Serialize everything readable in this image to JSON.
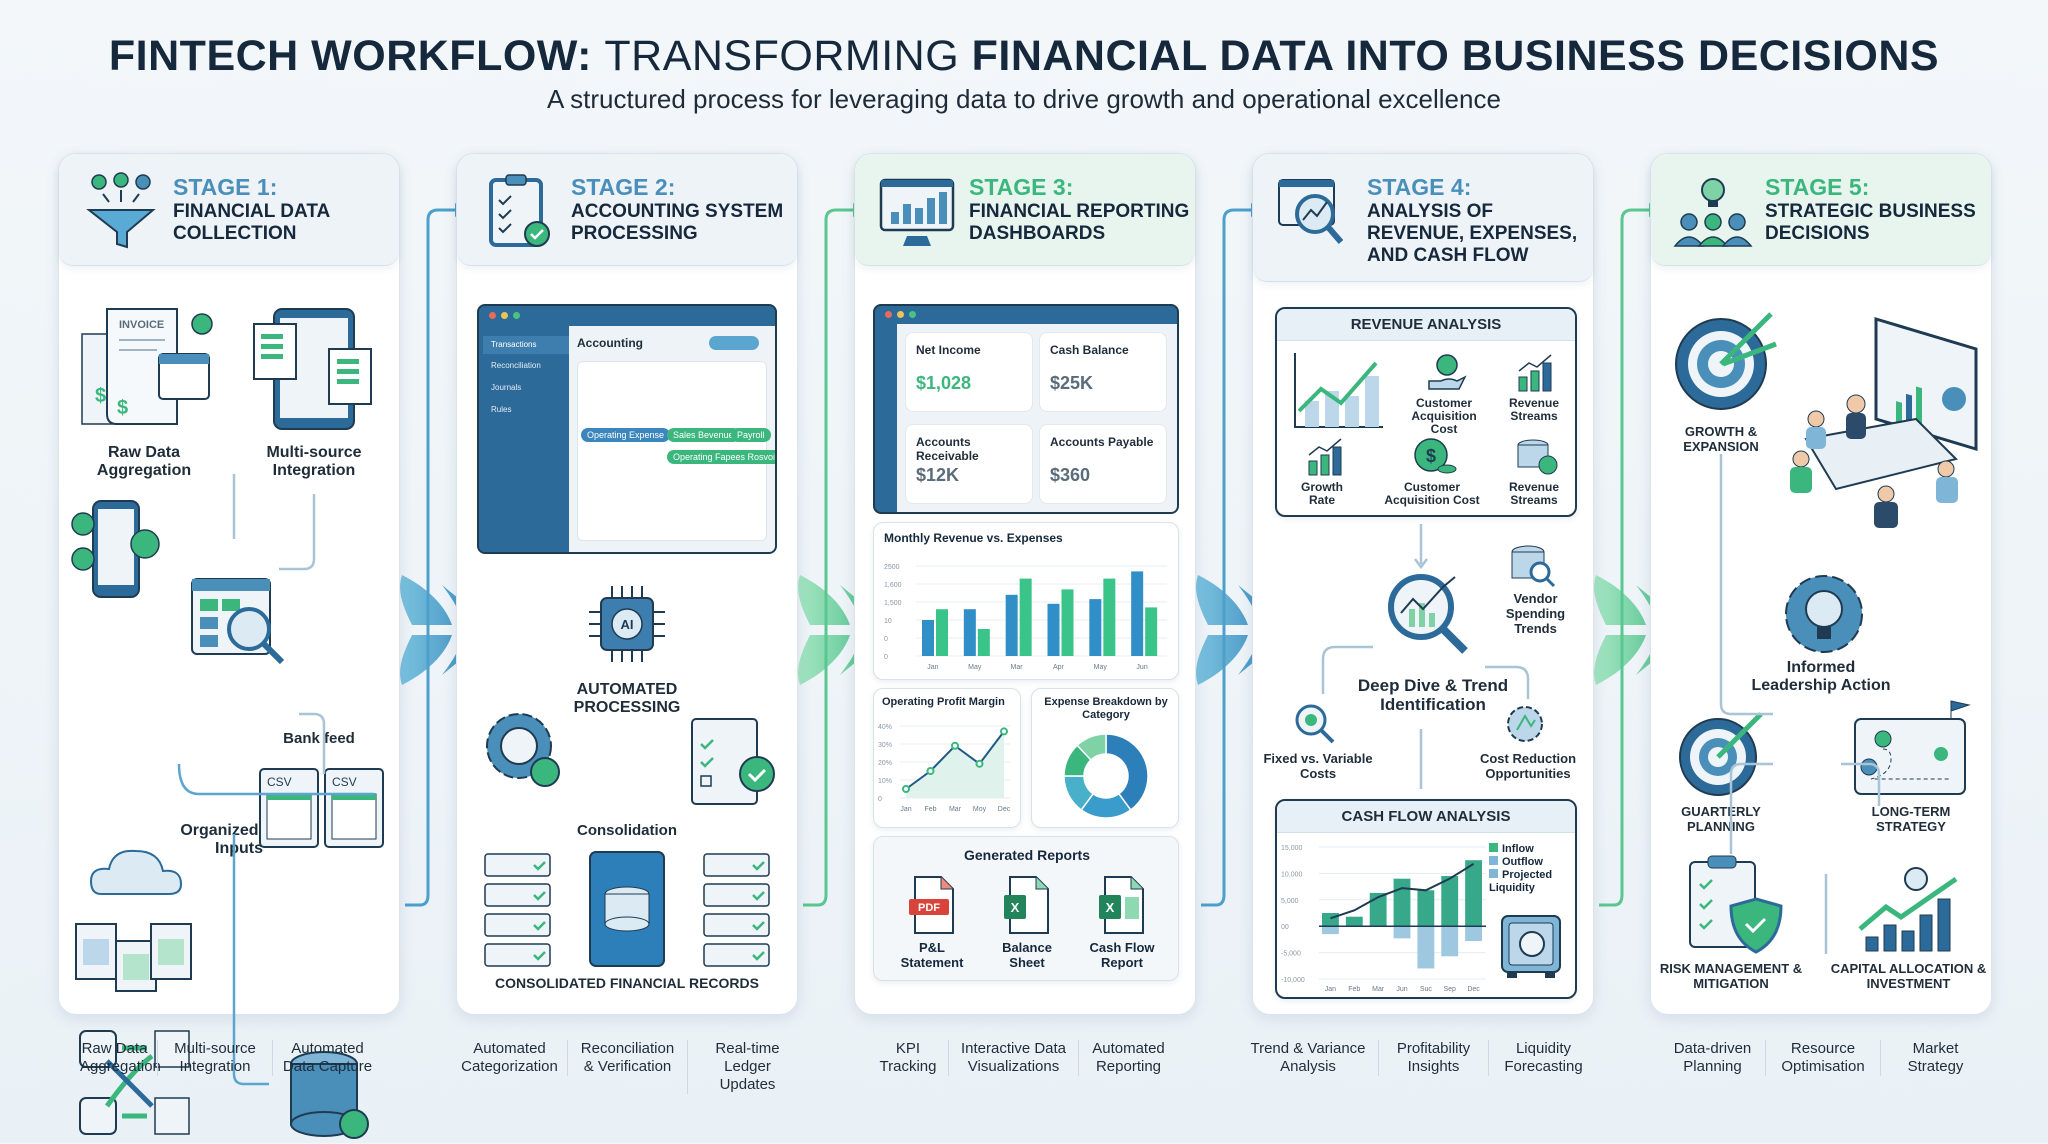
{
  "header": {
    "title_bold_1": "FINTECH WORKFLOW:",
    "title_light": "TRANSFORMING",
    "title_bold_2": "FINANCIAL DATA INTO BUSINESS DECISIONS",
    "subtitle": "A structured process for leveraging data to drive growth and operational excellence"
  },
  "colors": {
    "blue_accent": "#4a8fb9",
    "green_accent": "#3bb77e",
    "dark_text": "#16283c",
    "blue_dark": "#2c6a9a"
  },
  "stages": [
    {
      "number": "STAGE 1:",
      "name": "FINANCIAL DATA COLLECTION",
      "icon": "funnel-money-icon",
      "items": {
        "raw_data": "Raw Data Aggregation",
        "multi_source": "Multi-source Integration",
        "organized": "Organized Data Inputs",
        "bank_feed": "Bank feed",
        "invoice": "INVOICE",
        "csv": "CSV"
      },
      "bottom": [
        "Raw Data Aggregation",
        "Multi-source Integration",
        "Automated Data Capture"
      ]
    },
    {
      "number": "STAGE 2:",
      "name": "ACCOUNTING SYSTEM PROCESSING",
      "icon": "clipboard-check-icon",
      "app": {
        "title": "Accounting",
        "sidebar": [
          "Transactions",
          "Reconciliation",
          "Journals",
          "Rules"
        ],
        "tags": [
          "Operating Expense",
          "Sales Bevenue",
          "Payroll",
          "Operating Fapees Rosvoia"
        ]
      },
      "items": {
        "chip": "AI",
        "automated": "AUTOMATED PROCESSING",
        "consolidation": "Consolidation",
        "records": "CONSOLIDATED FINANCIAL RECORDS"
      },
      "bottom": [
        "Automated Categorization",
        "Reconciliation & Verification",
        "Real-time Ledger Updates"
      ]
    },
    {
      "number": "STAGE 3:",
      "name": "FINANCIAL REPORTING DASHBOARDS",
      "icon": "monitor-chart-icon",
      "kpis": [
        {
          "label": "Net Income",
          "value": "$1,028"
        },
        {
          "label": "Cash Balance",
          "value": "$25K"
        },
        {
          "label": "Accounts Receivable",
          "value": "$12K"
        },
        {
          "label": "Accounts Payable",
          "value": "$360"
        }
      ],
      "monthly_title": "Monthly Revenue vs. Expenses",
      "margin_title": "Operating Profit Margin",
      "expense_title": "Expense Breakdown by Category",
      "reports_title": "Generated Reports",
      "reports": [
        {
          "badge": "PDF",
          "label": "P&L Statement"
        },
        {
          "badge": "X",
          "label": "Balance Sheet"
        },
        {
          "badge": "X",
          "label": "Cash Flow Report"
        }
      ],
      "bottom": [
        "KPI Tracking",
        "Interactive Data Visualizations",
        "Automated Reporting"
      ]
    },
    {
      "number": "STAGE 4:",
      "name": "ANALYSIS OF REVENUE, EXPENSES, AND CASH FLOW",
      "icon": "magnifier-trend-icon",
      "revenue_title": "REVENUE ANALYSIS",
      "revenue_items": [
        "Customer Acquisition Cost",
        "Revenue Streams",
        "Growth Rate",
        "Customer Acquisition Cost",
        "Revenue Streams"
      ],
      "deep_dive": "Deep Dive & Trend Identification",
      "vendor": "Vendor Spending Trends",
      "fixed": "Fixed vs. Variable Costs",
      "cost_reduction": "Cost Reduction Opportunities",
      "cashflow_title": "CASH FLOW ANALYSIS",
      "legend": [
        "Inflow",
        "Outflow",
        "Projected Liquidity"
      ],
      "bottom": [
        "Trend & Variance Analysis",
        "Profitability Insights",
        "Liquidity Forecasting"
      ]
    },
    {
      "number": "STAGE 5:",
      "name": "STRATEGIC BUSINESS DECISIONS",
      "icon": "lightbulb-team-icon",
      "growth": "GROWTH & EXPANSION",
      "informed": "Informed Leadership Action",
      "quarterly": "GUARTERLY PLANNING",
      "long_term": "LONG-TERM STRATEGY",
      "risk": "RISK MANAGEMENT & MITIGATION",
      "capital": "CAPITAL ALLOCATION & INVESTMENT",
      "bottom": [
        "Data-driven Planning",
        "Resource Optimisation",
        "Market Strategy"
      ]
    }
  ],
  "chart_data": [
    {
      "type": "bar",
      "title": "Monthly Revenue vs. Expenses",
      "categories": [
        "Jan",
        "May",
        "Mar",
        "Apr",
        "May",
        "Jun"
      ],
      "series": [
        {
          "name": "Revenue",
          "values": [
            1000,
            1300,
            1700,
            1450,
            1580,
            2350
          ]
        },
        {
          "name": "Expenses",
          "values": [
            1300,
            750,
            2150,
            1850,
            2150,
            1350
          ]
        }
      ],
      "ytick_labels": [
        "0",
        "0",
        "10",
        "1,500",
        "1,600",
        "2500"
      ]
    },
    {
      "type": "line",
      "title": "Operating Profit Margin",
      "categories": [
        "Jan",
        "Feb",
        "Mar",
        "Moy",
        "Dec"
      ],
      "values": [
        5,
        15,
        29,
        19,
        37
      ],
      "ytick_labels": [
        "0",
        "10%",
        "20%",
        "30%",
        "40%"
      ],
      "ylim": [
        0,
        40
      ]
    },
    {
      "type": "pie",
      "title": "Expense Breakdown by Category",
      "values": [
        40,
        20,
        15,
        13,
        12
      ]
    },
    {
      "type": "bar",
      "title": "CASH FLOW ANALYSIS",
      "categories": [
        "Jan",
        "Feb",
        "Mar",
        "Jun",
        "Suc",
        "Sep",
        "Dec"
      ],
      "series": [
        {
          "name": "Inflow",
          "values": [
            2500,
            1800,
            6300,
            9000,
            6800,
            9500,
            12500
          ]
        },
        {
          "name": "Outflow",
          "values": [
            -1500,
            0,
            0,
            -2300,
            -8000,
            -5700,
            -2800
          ]
        },
        {
          "name": "Projected Liquidity",
          "values": [
            1500,
            3000,
            5500,
            7200,
            6800,
            9000,
            11800
          ]
        }
      ],
      "ytick_labels": [
        "-10,000",
        "-5,000",
        "00",
        "5,000",
        "10,000",
        "15,000"
      ],
      "ylim": [
        -10000,
        15000
      ]
    }
  ]
}
